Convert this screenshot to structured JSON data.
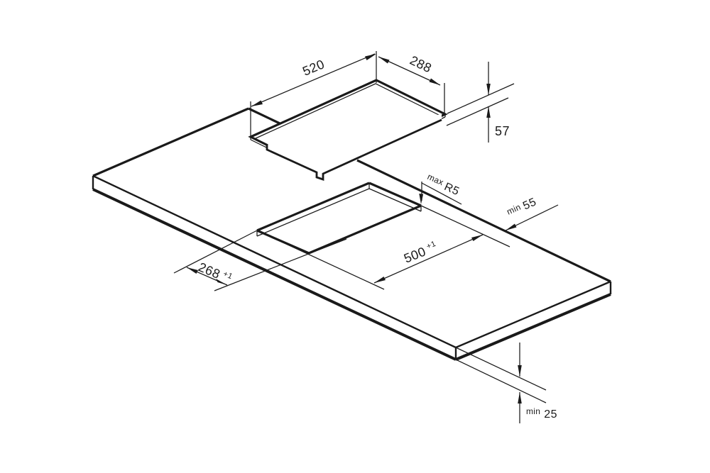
{
  "diagram": {
    "description": "Isometric installation drawing of a domino hob above a worktop with rectangular cutout",
    "colors": {
      "line": "#1a1a1a",
      "background": "#ffffff"
    },
    "dimensions": {
      "hob_length": {
        "value": "520"
      },
      "hob_width": {
        "value": "288"
      },
      "hob_height": {
        "value": "57"
      },
      "corner_radius": {
        "prefix": "max",
        "value": "R5"
      },
      "rear_distance": {
        "prefix": "min",
        "value": "55"
      },
      "cutout_length": {
        "value": "500",
        "tolerance": "+1"
      },
      "cutout_width": {
        "value": "268",
        "tolerance": "+1"
      },
      "worktop_thickness": {
        "prefix": "min",
        "value": "25"
      }
    }
  }
}
